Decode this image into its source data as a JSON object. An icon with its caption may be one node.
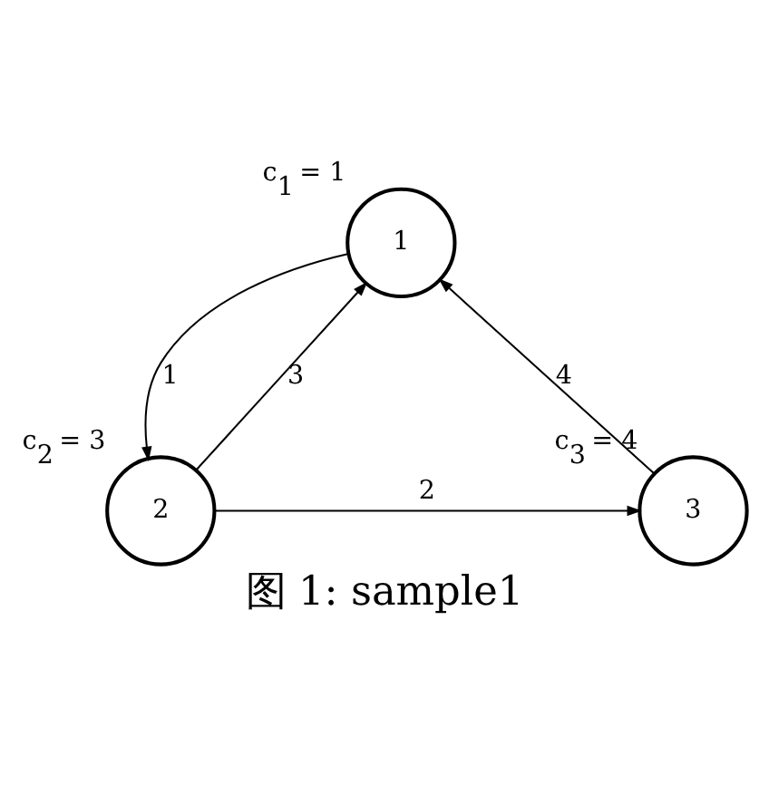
{
  "diagram": {
    "caption": "图 1: sample1",
    "nodes": [
      {
        "text": [
          "1"
        ],
        "beside": [
          "c$_{1}$ = 1"
        ]
      },
      {
        "text": [
          "2"
        ],
        "beside": [
          "c$_{2}$ = 3"
        ]
      },
      {
        "text": [
          "3"
        ],
        "beside": [
          "c$_{3}$ = 4"
        ]
      }
    ],
    "edges": [
      {
        "from": 0,
        "to": 1,
        "arrow": "to",
        "label": "1"
      },
      {
        "from": 1,
        "to": 0,
        "arrow": "to",
        "label": "3"
      },
      {
        "from": 1,
        "to": 2,
        "arrow": "to",
        "label": "2"
      },
      {
        "from": 2,
        "to": 0,
        "arrow": "to",
        "label": "4"
      }
    ]
  }
}
